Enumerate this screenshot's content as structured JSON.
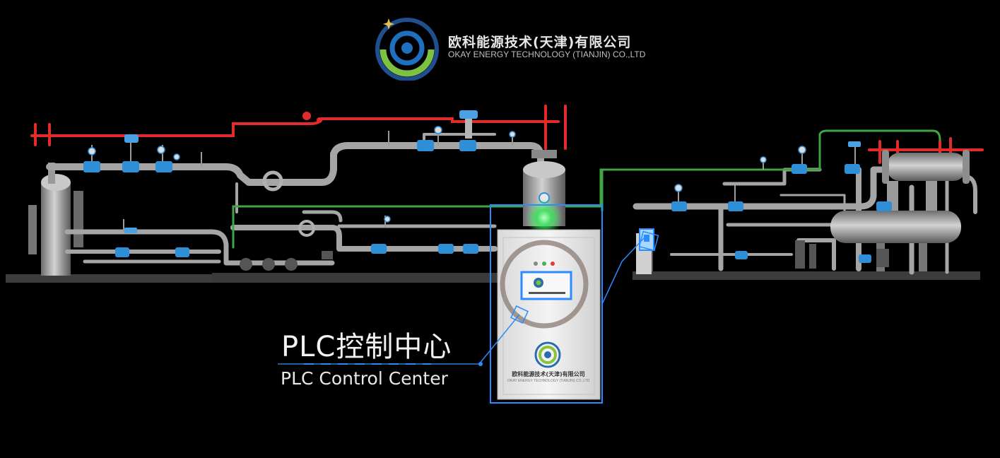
{
  "logo": {
    "company_cn": "欧科能源技术(天津)有限公司",
    "company_en": "OKAY ENERGY TECHNOLOGY (TIANJIN) CO.,LTD"
  },
  "callout": {
    "title_cn": "PLC控制中心",
    "title_en": "PLC Control Center"
  },
  "cabinet": {
    "company_cn": "欧科能源技术(天津)有限公司",
    "company_en": "OKAY ENERGY TECHNOLOGY (TIANJIN) CO.,LTD"
  },
  "colors": {
    "background": "#000000",
    "pipe_gray": "#a9a9a9",
    "pipe_red": "#e32b2b",
    "pipe_green": "#3fa544",
    "valve_blue": "#2f8fd6",
    "highlight_blue": "#2a8cff",
    "status_green": "#5cff7a"
  },
  "icons": [
    "company-logo-icon",
    "valve-icon",
    "pressure-gauge-icon",
    "status-light-icon"
  ]
}
